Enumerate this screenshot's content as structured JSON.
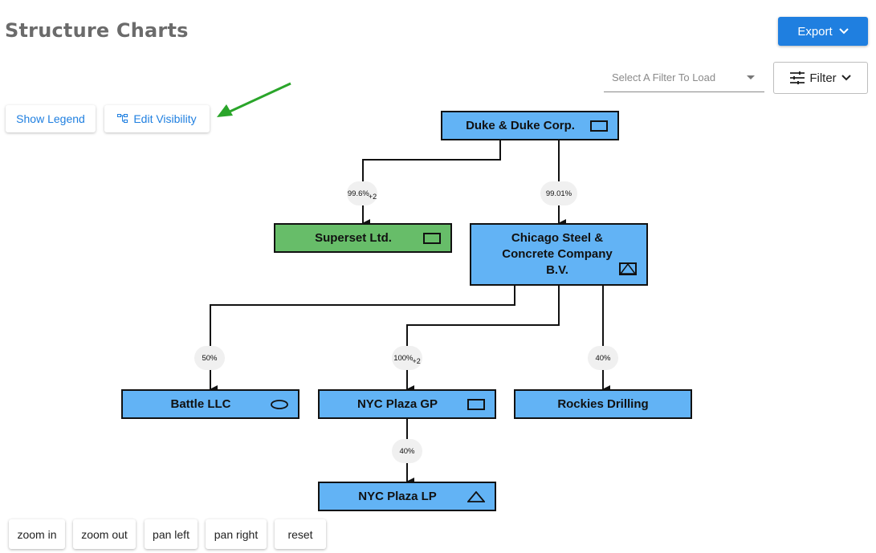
{
  "header": {
    "title": "Structure Charts",
    "export_label": "Export",
    "filter_placeholder": "Select A Filter To Load",
    "filter_label": "Filter"
  },
  "toolbar": {
    "show_legend": "Show Legend",
    "edit_visibility": "Edit Visibility"
  },
  "nodes": {
    "duke": "Duke & Duke Corp.",
    "superset": "Superset Ltd.",
    "chicago_line1": "Chicago Steel &",
    "chicago_line2": "Concrete Company",
    "chicago_line3": "B.V.",
    "battle": "Battle LLC",
    "nyc_gp": "NYC Plaza GP",
    "rockies": "Rockies Drilling",
    "nyc_lp": "NYC Plaza LP"
  },
  "edges": {
    "duke_superset": "99.6%",
    "duke_superset_extra": "+2",
    "duke_chicago": "99.01%",
    "chicago_battle": "50%",
    "chicago_nycgp": "100%",
    "chicago_nycgp_extra": "+2",
    "chicago_rockies": "40%",
    "nycgp_nyclp": "40%"
  },
  "controls": {
    "zoom_in": "zoom in",
    "zoom_out": "zoom out",
    "pan_left": "pan left",
    "pan_right": "pan right",
    "reset": "reset"
  },
  "colors": {
    "accent": "#1f7fe0",
    "node_blue": "#62b3f5",
    "node_green": "#67bd69",
    "arrow_annotation": "#2aa52a"
  }
}
